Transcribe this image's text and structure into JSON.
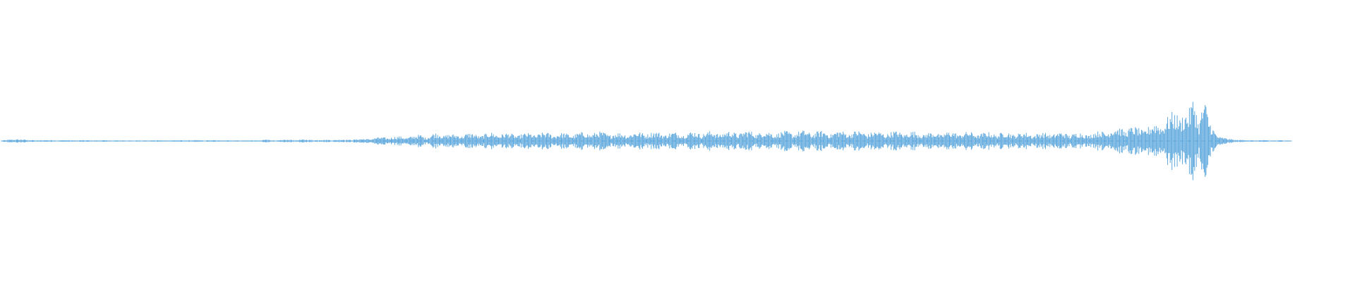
{
  "waveform": {
    "color": "#5ea8dd",
    "background": "#ffffff",
    "amplitude_profile": [
      [
        0.0,
        0.01
      ],
      [
        0.01,
        0.02
      ],
      [
        0.015,
        0.03
      ],
      [
        0.02,
        0.012
      ],
      [
        0.05,
        0.01
      ],
      [
        0.1,
        0.008
      ],
      [
        0.15,
        0.01
      ],
      [
        0.2,
        0.008
      ],
      [
        0.205,
        0.02
      ],
      [
        0.21,
        0.01
      ],
      [
        0.23,
        0.018
      ],
      [
        0.25,
        0.015
      ],
      [
        0.27,
        0.02
      ],
      [
        0.28,
        0.025
      ],
      [
        0.29,
        0.04
      ],
      [
        0.3,
        0.05
      ],
      [
        0.32,
        0.06
      ],
      [
        0.325,
        0.08
      ],
      [
        0.33,
        0.055
      ],
      [
        0.335,
        0.09
      ],
      [
        0.34,
        0.1
      ],
      [
        0.35,
        0.075
      ],
      [
        0.36,
        0.095
      ],
      [
        0.37,
        0.08
      ],
      [
        0.38,
        0.1
      ],
      [
        0.4,
        0.085
      ],
      [
        0.42,
        0.1
      ],
      [
        0.44,
        0.09
      ],
      [
        0.46,
        0.11
      ],
      [
        0.48,
        0.095
      ],
      [
        0.5,
        0.11
      ],
      [
        0.52,
        0.1
      ],
      [
        0.54,
        0.11
      ],
      [
        0.56,
        0.11
      ],
      [
        0.58,
        0.12
      ],
      [
        0.6,
        0.11
      ],
      [
        0.62,
        0.12
      ],
      [
        0.64,
        0.115
      ],
      [
        0.66,
        0.12
      ],
      [
        0.68,
        0.11
      ],
      [
        0.7,
        0.115
      ],
      [
        0.72,
        0.1
      ],
      [
        0.74,
        0.11
      ],
      [
        0.76,
        0.1
      ],
      [
        0.78,
        0.105
      ],
      [
        0.8,
        0.095
      ],
      [
        0.82,
        0.1
      ],
      [
        0.84,
        0.095
      ],
      [
        0.85,
        0.11
      ],
      [
        0.86,
        0.15
      ],
      [
        0.87,
        0.17
      ],
      [
        0.88,
        0.16
      ],
      [
        0.89,
        0.18
      ],
      [
        0.895,
        0.22
      ],
      [
        0.9,
        0.26
      ],
      [
        0.905,
        0.3
      ],
      [
        0.91,
        0.35
      ],
      [
        0.915,
        0.4
      ],
      [
        0.92,
        0.32
      ],
      [
        0.925,
        0.58
      ],
      [
        0.928,
        0.3
      ],
      [
        0.932,
        0.55
      ],
      [
        0.936,
        0.25
      ],
      [
        0.94,
        0.15
      ],
      [
        0.945,
        0.05
      ],
      [
        0.95,
        0.03
      ],
      [
        0.96,
        0.015
      ],
      [
        0.97,
        0.01
      ],
      [
        1.0,
        0.008
      ]
    ],
    "envelope_max_fraction": 0.16,
    "sample_columns": 1480
  }
}
